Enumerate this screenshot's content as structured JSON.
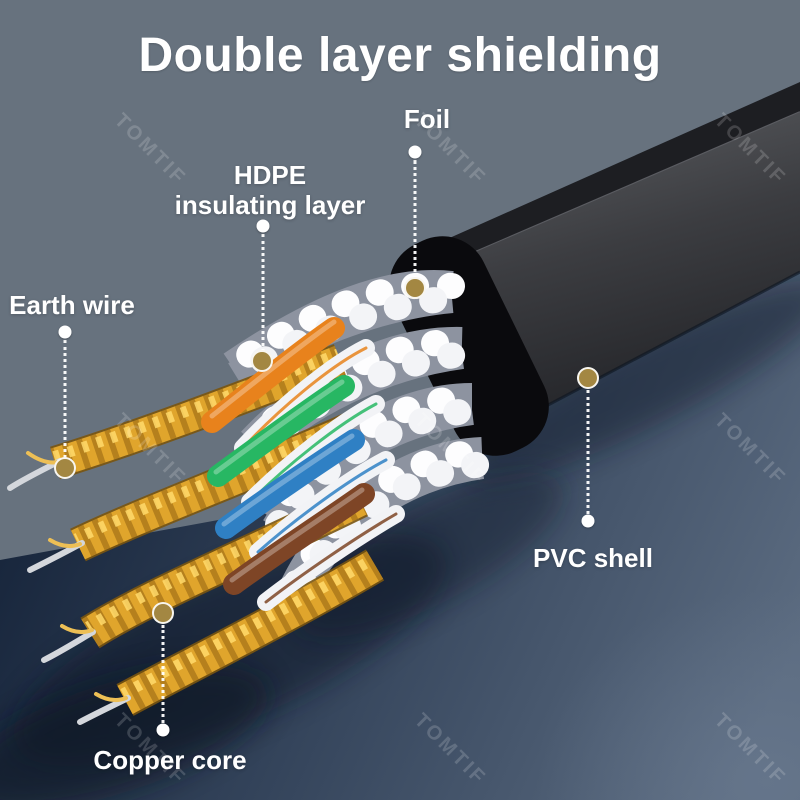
{
  "title": "Double layer shielding",
  "watermark": {
    "text": "TOMTIF"
  },
  "callouts": {
    "foil": {
      "label": "Foil"
    },
    "hdpe": {
      "label": "HDPE\ninsulating layer"
    },
    "earth_wire": {
      "label": "Earth wire"
    },
    "pvc_shell": {
      "label": "PVC shell"
    },
    "copper_core": {
      "label": "Copper core"
    }
  },
  "colors": {
    "background_slate": "#67727e",
    "table_dark_navy": "#1b2940",
    "jacket_black": "#0a0a0d",
    "foil_white": "#f5f6f8",
    "copper_gold": "#c9921f",
    "wire_orange": "#e8821c",
    "wire_green": "#27b763",
    "wire_blue": "#2f80c4",
    "wire_brown": "#7e4526",
    "earth_silver": "#d4d7dc",
    "marker_gold": "#a38742",
    "label_text": "#ffffff"
  }
}
